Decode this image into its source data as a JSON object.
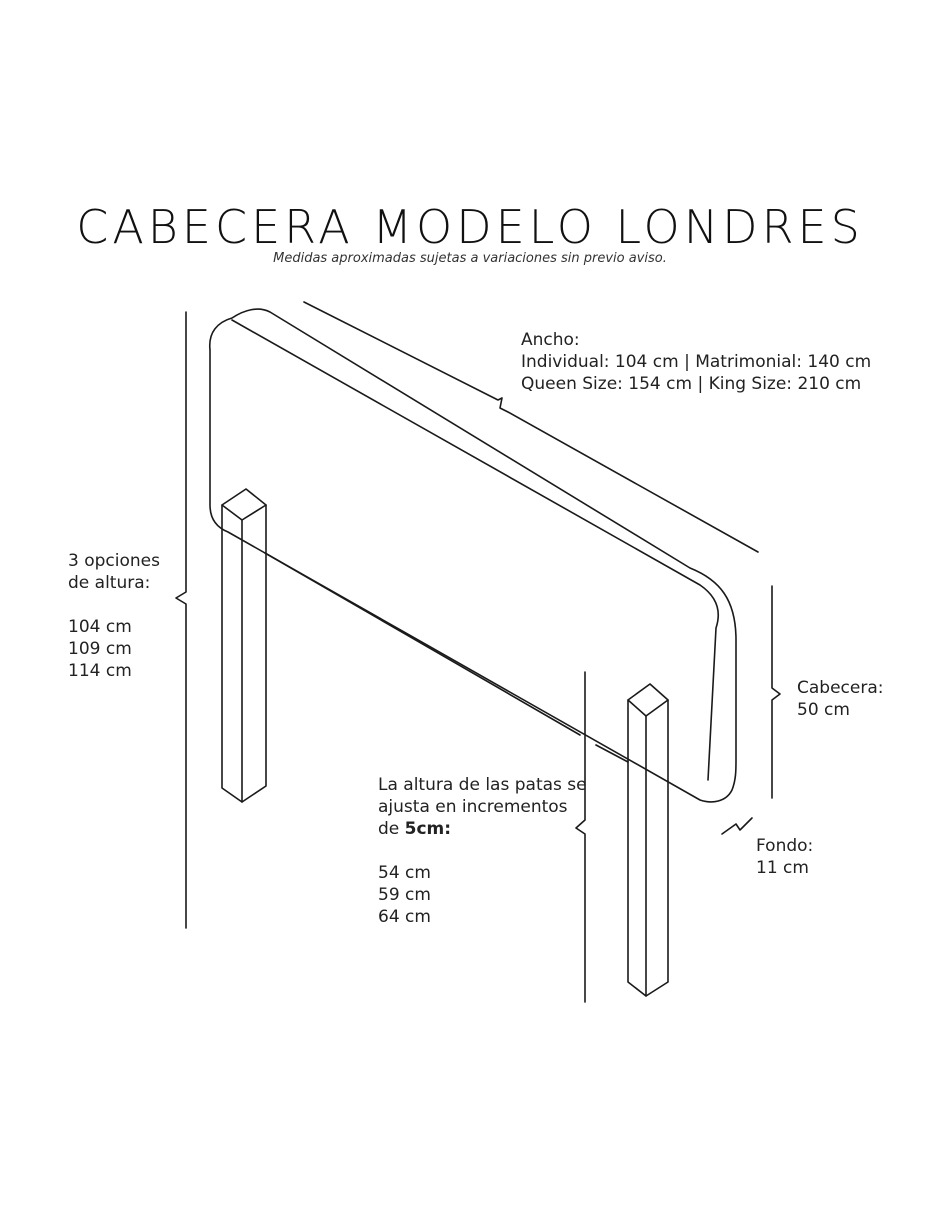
{
  "header": {
    "title": "CABECERA MODELO LONDRES",
    "subtitle": "Medidas aproximadas sujetas a variaciones sin previo aviso."
  },
  "width_spec": {
    "label": "Ancho:",
    "line1": "Individual: 104 cm | Matrimonial: 140 cm",
    "line2": "Queen Size: 154 cm | King Size: 210 cm"
  },
  "height_options": {
    "line1": "3 opciones",
    "line2": "de altura:",
    "values": [
      "104 cm",
      "109 cm",
      "114 cm"
    ]
  },
  "headboard_spec": {
    "label": "Cabecera:",
    "value": "50 cm"
  },
  "legs_spec": {
    "line1": "La altura de las patas se",
    "line2": "ajusta en incrementos",
    "line3_prefix": "de ",
    "line3_bold": "5cm:",
    "values": [
      "54 cm",
      "59 cm",
      "64 cm"
    ]
  },
  "depth_spec": {
    "label": "Fondo:",
    "value": "11 cm"
  },
  "colors": {
    "line": "#1a1a1a",
    "background": "#ffffff"
  }
}
